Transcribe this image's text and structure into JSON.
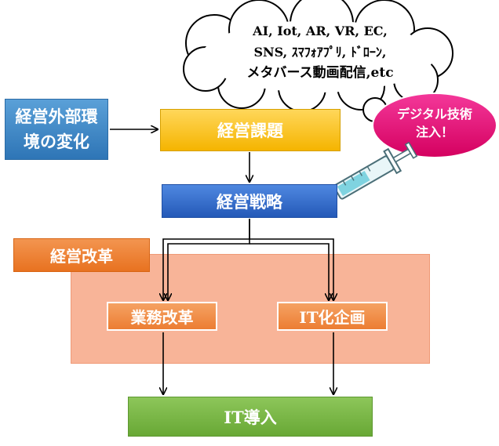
{
  "cloud": {
    "line1": "AI, Iot, AR, VR, EC,",
    "line2": "SNS, ｽﾏﾌｫｱﾌﾟﾘ, ﾄﾞﾛｰﾝ,",
    "line3": "メタバース動画配信,etc"
  },
  "bubble": {
    "line1": "デジタル技術",
    "line2": "注入！"
  },
  "boxes": {
    "env": "経営外部環境の変化",
    "issues": "経営課題",
    "strategy": "経営戦略",
    "reform": "経営改革",
    "biz_reform": "業務改革",
    "it_planning": "IT化企画",
    "it_intro": "IT導入"
  },
  "colors": {
    "env": "#2e75b6",
    "issues": "#f5b400",
    "strategy": "#2459b8",
    "reform_region": "#f8b498",
    "reform_label": "#e87220",
    "inner": "#ec7d33",
    "it_intro": "#68a835",
    "bubble": "#e3006b"
  },
  "icons": [
    "cloud-icon",
    "syringe-icon"
  ]
}
